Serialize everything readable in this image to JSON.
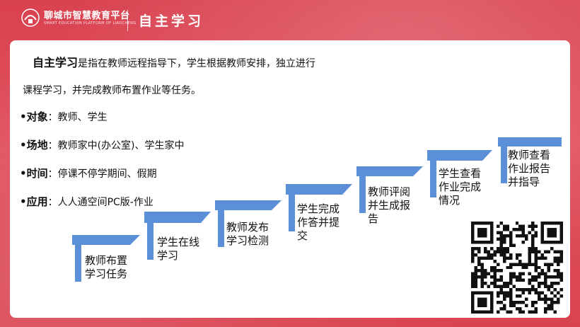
{
  "header": {
    "brand_name": "聊城市智慧教育平台",
    "brand_sub": "SMART EDUCATION PLATFORM OF LIAOCHENG",
    "module_title": "自主学习"
  },
  "intro": {
    "term": "自主学习",
    "line1_rest": "是指在教师远程指导下，学生根据教师安排，独立进行",
    "line2": "课程学习，并完成教师布置作业等任务。"
  },
  "bullets": [
    {
      "key": "•对象",
      "value": "：教师、学生"
    },
    {
      "key": "•场地",
      "value": "：教师家中(办公室)、学生家中"
    },
    {
      "key": "•时间",
      "value": "：停课不停学期间、假期"
    },
    {
      "key": "•应用",
      "value": "：人人通空间PC版-作业"
    }
  ],
  "steps": [
    {
      "line1": "教师布置",
      "line2": "学习任务",
      "line3": ""
    },
    {
      "line1": "学生在线",
      "line2": "学习",
      "line3": ""
    },
    {
      "line1": "教师发布",
      "line2": "学习检测",
      "line3": ""
    },
    {
      "line1": "学生完成",
      "line2": "作答并提",
      "line3": "交"
    },
    {
      "line1": "教师评阅",
      "line2": "并生成报",
      "line3": "告"
    },
    {
      "line1": "学生查看",
      "line2": "作业完成",
      "line3": "情况"
    },
    {
      "line1": "教师查看",
      "line2": "作业报告",
      "line3": "并指导"
    }
  ],
  "colors": {
    "accent_blue": "#5b8fd8",
    "header_red": "#d9414f"
  },
  "icons": {
    "logo": "platform-logo",
    "qr": "qr-code"
  }
}
